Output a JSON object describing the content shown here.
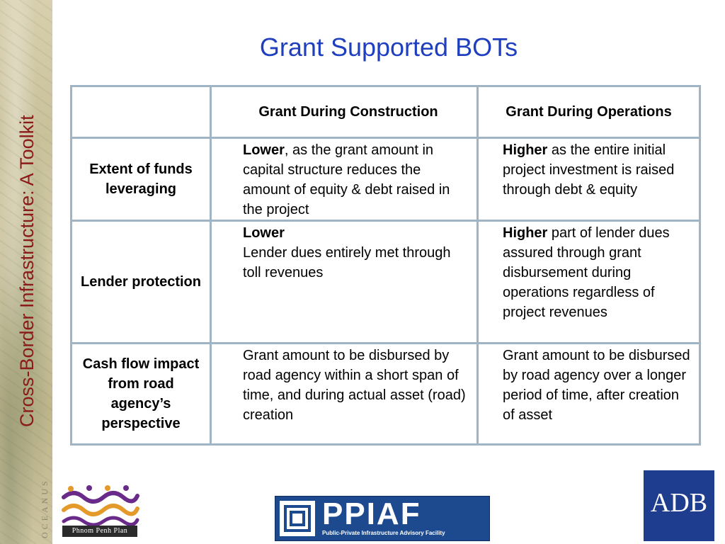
{
  "sidebar": {
    "title": "Cross-Border Infrastructure: A Toolkit",
    "faint_map_text": "OCEANUS"
  },
  "slide": {
    "title": "Grant Supported BOTs"
  },
  "table": {
    "headers": [
      "",
      "Grant During Construction",
      "Grant During Operations"
    ],
    "rows": [
      {
        "label": "Extent of funds leveraging",
        "construction": {
          "lead": "Lower",
          "text": ", as the grant amount in capital structure reduces the amount of equity & debt raised in the project"
        },
        "operations": {
          "lead": "Higher",
          "text": " as the entire initial project investment is raised through debt & equity"
        }
      },
      {
        "label": "Lender protection",
        "construction": {
          "lead": "Lower",
          "text": "Lender dues entirely met through toll revenues"
        },
        "operations": {
          "lead": "Higher",
          "text": " part of lender dues assured through grant disbursement during operations regardless of project revenues"
        }
      },
      {
        "label": "Cash flow impact from road agency’s perspective",
        "construction": {
          "lead": "",
          "text": "Grant amount to be disbursed by road agency within a short span of time, and during actual asset (road) creation"
        },
        "operations": {
          "lead": "",
          "text": "Grant amount to be disbursed by road agency over a longer period of time, after creation of asset"
        }
      }
    ]
  },
  "logos": {
    "phnom_penh": {
      "label": "Phnom Penh Plan"
    },
    "ppiaf": {
      "name": "PPIAF",
      "subtitle": "Public-Private Infrastructure Advisory Facility"
    },
    "adb": {
      "name": "ADB"
    }
  },
  "colors": {
    "title_blue": "#1f3fbf",
    "header_red": "#8b1a1a",
    "grid_border": "#9fb4c4",
    "adb_blue": "#1f3d8f",
    "ppiaf_blue": "#1d4a8f"
  }
}
